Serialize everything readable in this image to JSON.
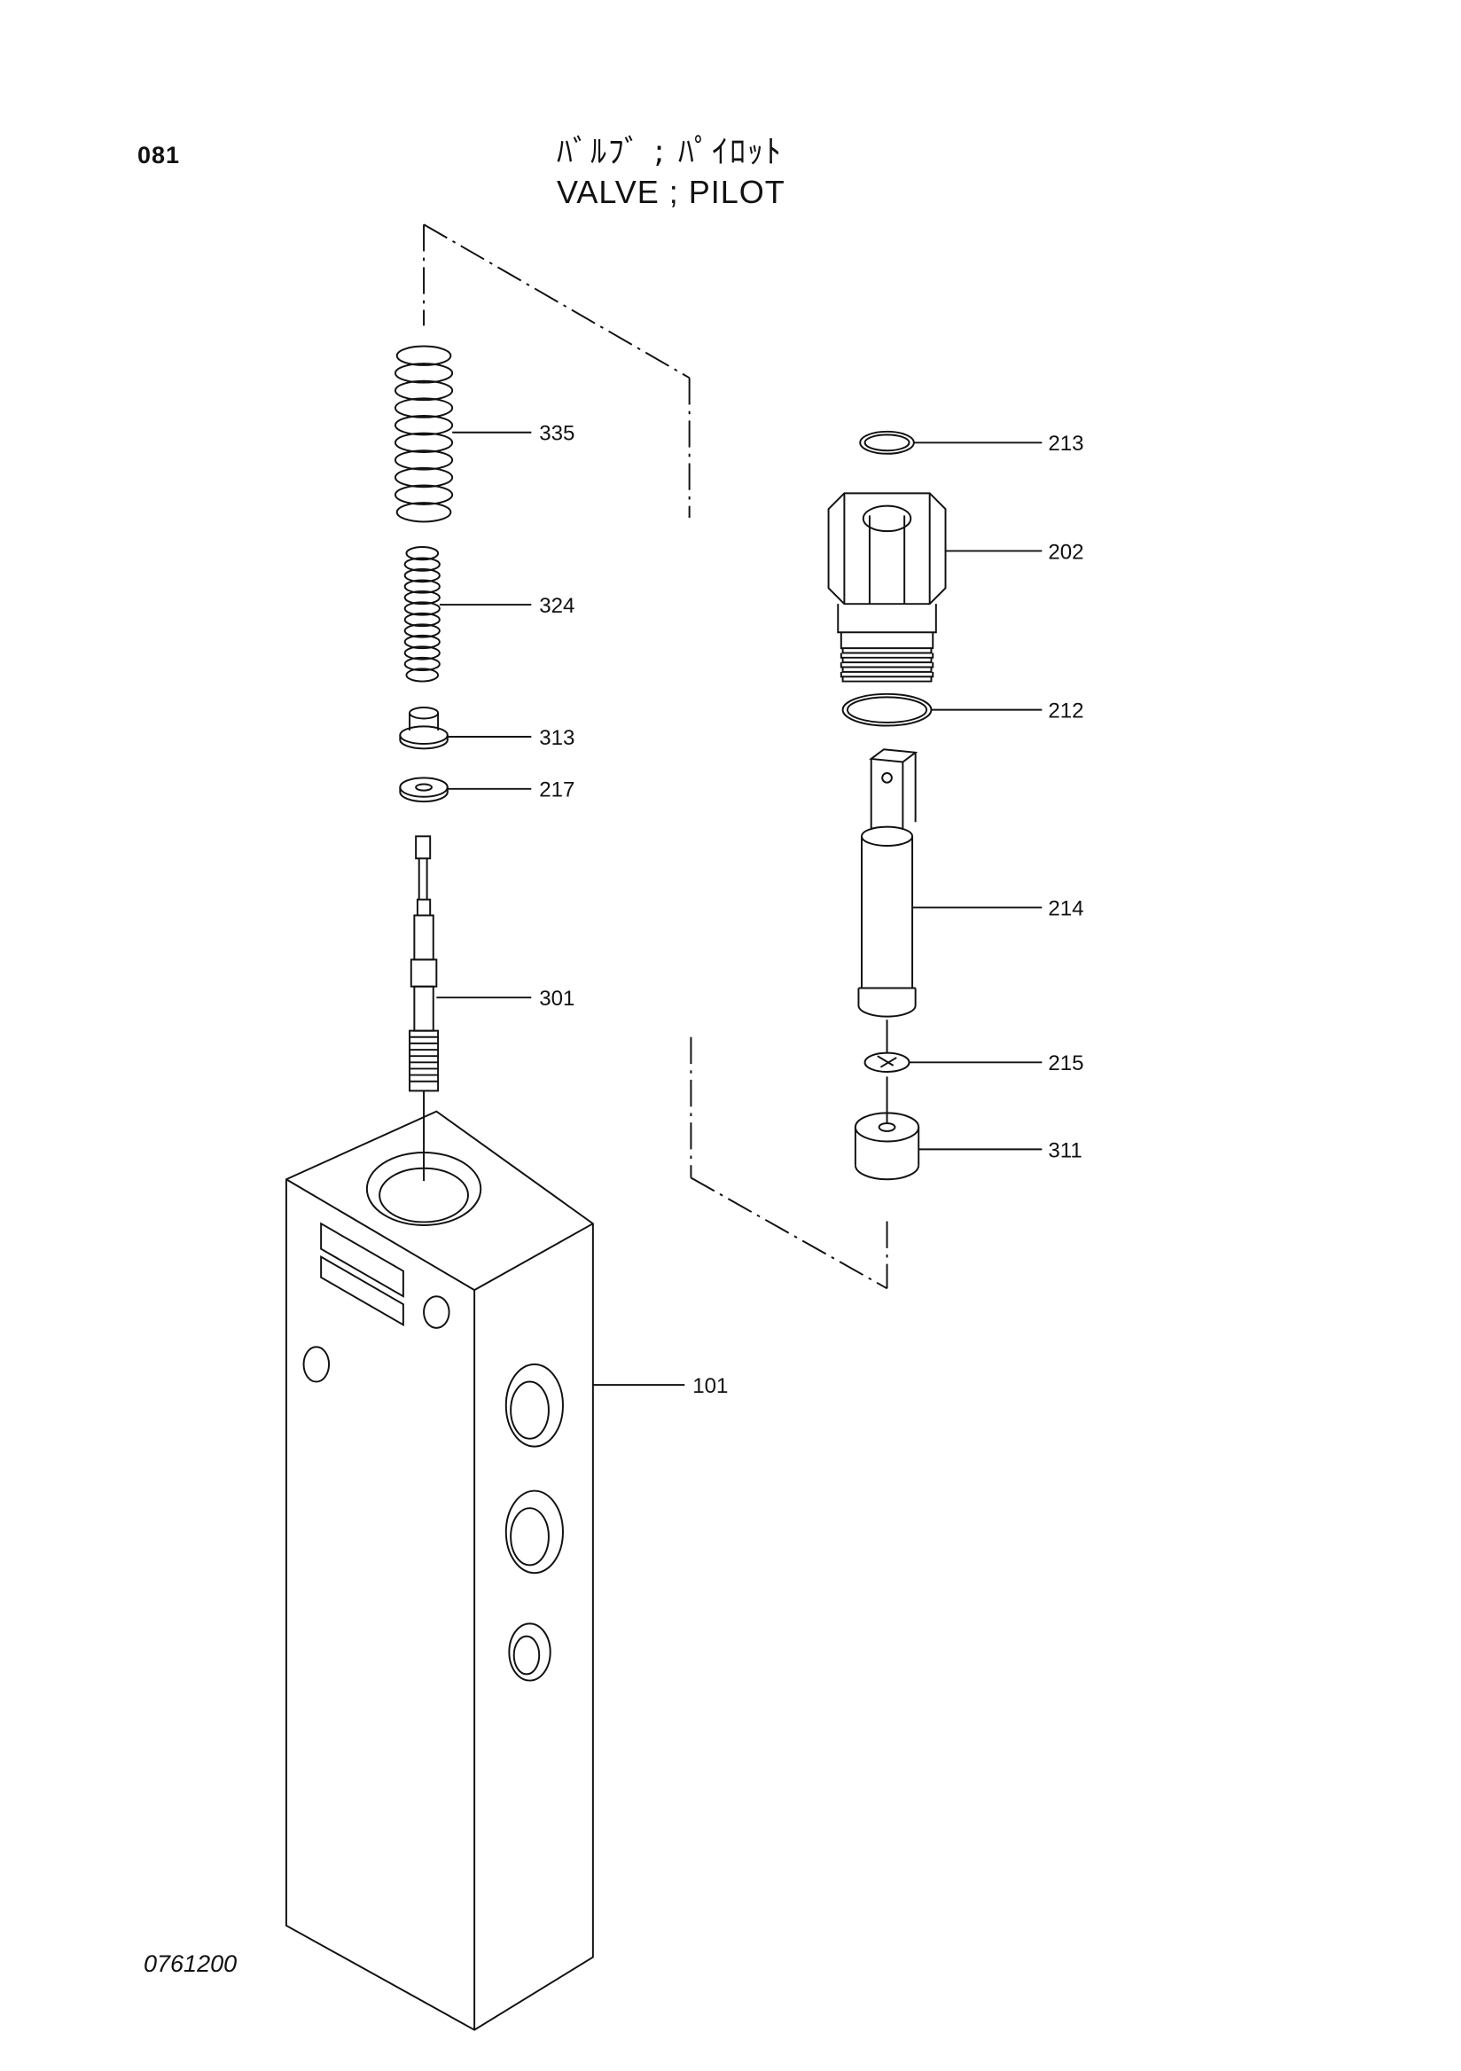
{
  "header": {
    "page_number": "081",
    "title_jp": "ﾊﾞﾙﾌﾞ ; ﾊﾟｲﾛｯﾄ",
    "title_en": "VALVE ; PILOT"
  },
  "footer": {
    "drawing_code": "0761200"
  },
  "parts": [
    {
      "id": "335",
      "name": "spring-outer"
    },
    {
      "id": "324",
      "name": "spring-inner"
    },
    {
      "id": "313",
      "name": "spring-seat"
    },
    {
      "id": "217",
      "name": "washer"
    },
    {
      "id": "301",
      "name": "spool"
    },
    {
      "id": "101",
      "name": "casing"
    },
    {
      "id": "213",
      "name": "o-ring-top"
    },
    {
      "id": "202",
      "name": "plug"
    },
    {
      "id": "212",
      "name": "o-ring"
    },
    {
      "id": "214",
      "name": "push-rod"
    },
    {
      "id": "215",
      "name": "snap-ring"
    },
    {
      "id": "311",
      "name": "bushing"
    }
  ]
}
